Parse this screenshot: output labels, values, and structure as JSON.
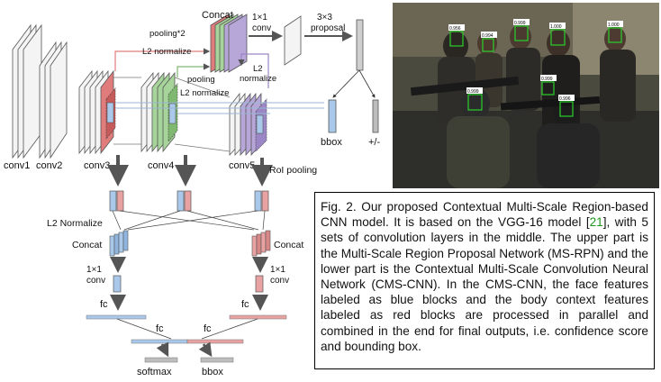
{
  "layers": {
    "conv1": "conv1",
    "conv2": "conv2",
    "conv3": "conv3",
    "conv4": "conv4",
    "conv5": "conv5"
  },
  "upper": {
    "concat": "Concat",
    "pooling2": "pooling*2",
    "l2norm_a": "L2 normalize",
    "conv1x1_a": "1×1",
    "conv1x1_b": "conv",
    "proposal_a": "3×3",
    "proposal_b": "proposal",
    "l2_a": "L2",
    "l2_b": "normalize",
    "pooling": "pooling",
    "l2norm_b": "L2 normalize",
    "bbox": "bbox",
    "cls": "+/-"
  },
  "lower": {
    "roi_pooling": "RoI pooling",
    "l2_normalize": "L2 Normalize",
    "concat_left": "Concat",
    "concat_right": "Concat",
    "conv_left_a": "1×1",
    "conv_left_b": "conv",
    "conv_right_a": "1×1",
    "conv_right_b": "conv",
    "fc_left": "fc",
    "fc_right": "fc",
    "fc_mid_left": "fc",
    "fc_mid_right": "fc",
    "softmax": "softmax",
    "bbox": "bbox"
  },
  "photo": {
    "scores": [
      "0.956",
      "0.994",
      "0.999",
      "1.000",
      "0.999",
      "1.000",
      "0.999",
      "0.996"
    ]
  },
  "caption": {
    "prefix": "Fig. 2.  Our proposed Contextual Multi-Scale Region-based CNN model. It is based on the VGG-16 model [",
    "cite": "21",
    "suffix": "], with 5 sets of convolution layers in the middle. The upper part is the Multi-Scale Region Proposal Network (MS-RPN) and the lower part is the Contextual Multi-Scale Convolution Neural Network (CMS-CNN). In the CMS-CNN, the face features labeled as blue blocks and the body context features labeled as red blocks are processed in parallel and combined in the end for final outputs, i.e. confidence score and bounding box."
  },
  "colors": {
    "face_blue": "#a9c8ea",
    "context_red": "#e8a2a2",
    "conv3_red": "#e07c7c",
    "conv4_green": "#a6d49a",
    "conv5_purple": "#b7a6d8",
    "citation_green": "#1a9a1a"
  }
}
